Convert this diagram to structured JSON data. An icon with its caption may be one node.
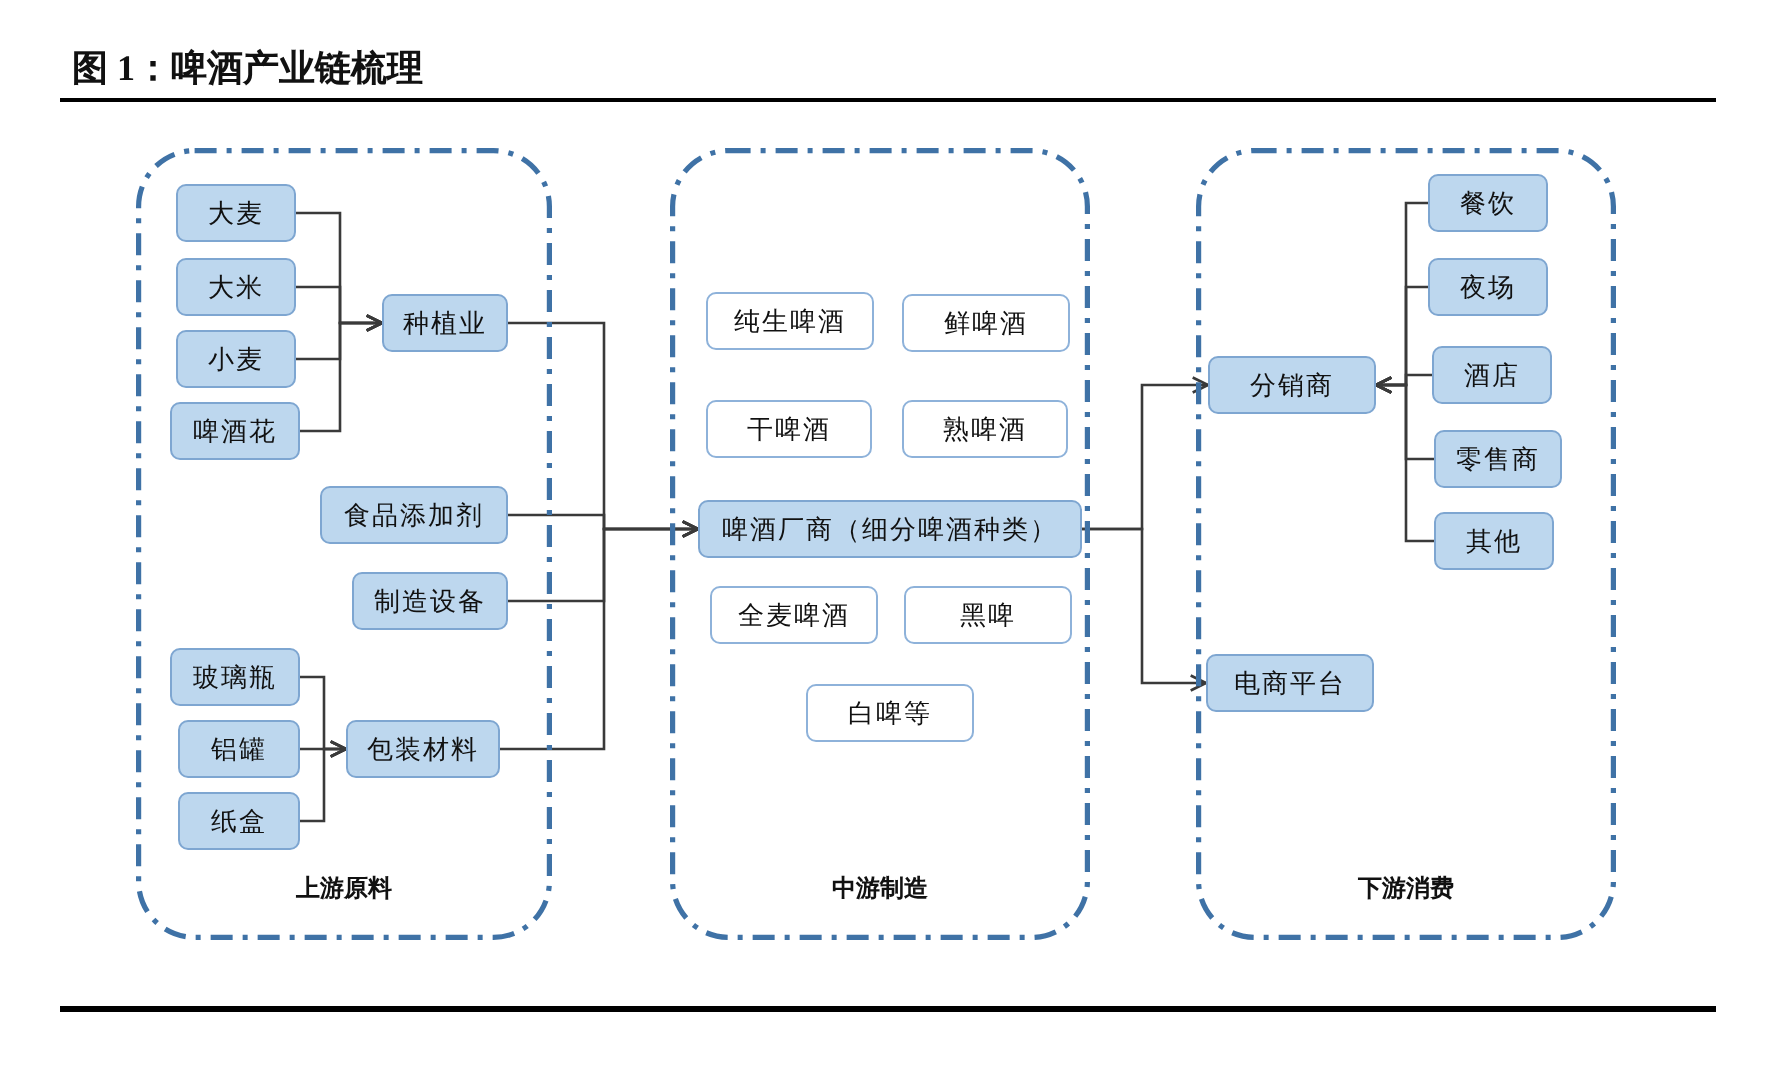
{
  "diagram": {
    "title": "图 1：啤酒产业链梳理",
    "nodes": [
      {
        "text": [
          "上游原料"
        ]
      },
      {
        "text": [
          "大麦"
        ],
        "in": 0
      },
      {
        "text": [
          "大米"
        ],
        "in": 0
      },
      {
        "text": [
          "小麦"
        ],
        "in": 0
      },
      {
        "text": [
          "啤酒花"
        ],
        "in": 0
      },
      {
        "text": [
          "种植业"
        ],
        "in": 0
      },
      {
        "text": [
          "食品添加剂"
        ],
        "in": 0
      },
      {
        "text": [
          "制造设备"
        ],
        "in": 0
      },
      {
        "text": [
          "玻璃瓶"
        ],
        "in": 0
      },
      {
        "text": [
          "铝罐"
        ],
        "in": 0
      },
      {
        "text": [
          "纸盒"
        ],
        "in": 0
      },
      {
        "text": [
          "包装材料"
        ],
        "in": 0
      },
      {
        "text": [
          "中游制造"
        ]
      },
      {
        "text": [
          "纯生啤酒"
        ],
        "in": 12
      },
      {
        "text": [
          "鲜啤酒"
        ],
        "in": 12
      },
      {
        "text": [
          "干啤酒"
        ],
        "in": 12
      },
      {
        "text": [
          "熟啤酒"
        ],
        "in": 12
      },
      {
        "text": [
          "啤酒厂商（细分啤酒种类）"
        ],
        "in": 12
      },
      {
        "text": [
          "全麦啤酒"
        ],
        "in": 12
      },
      {
        "text": [
          "黑啤"
        ],
        "in": 12
      },
      {
        "text": [
          "白啤等"
        ],
        "in": 12
      },
      {
        "text": [
          "下游消费"
        ]
      },
      {
        "text": [
          "分销商"
        ],
        "in": 21
      },
      {
        "text": [
          "电商平台"
        ],
        "in": 21
      },
      {
        "text": [
          "餐饮"
        ],
        "in": 21
      },
      {
        "text": [
          "夜场"
        ],
        "in": 21
      },
      {
        "text": [
          "酒店"
        ],
        "in": 21
      },
      {
        "text": [
          "零售商"
        ],
        "in": 21
      },
      {
        "text": [
          "其他"
        ],
        "in": 21
      }
    ],
    "edges": [
      {
        "from": 1,
        "to": 5,
        "arrow": "to"
      },
      {
        "from": 2,
        "to": 5,
        "arrow": "to"
      },
      {
        "from": 3,
        "to": 5,
        "arrow": "to"
      },
      {
        "from": 4,
        "to": 5,
        "arrow": "to"
      },
      {
        "from": 8,
        "to": 11,
        "arrow": "to"
      },
      {
        "from": 9,
        "to": 11,
        "arrow": "to"
      },
      {
        "from": 10,
        "to": 11,
        "arrow": "to"
      },
      {
        "from": 5,
        "to": 17,
        "arrow": "to"
      },
      {
        "from": 6,
        "to": 17,
        "arrow": "to"
      },
      {
        "from": 7,
        "to": 17,
        "arrow": "to"
      },
      {
        "from": 11,
        "to": 17,
        "arrow": "to"
      },
      {
        "from": 17,
        "to": 22,
        "arrow": "to"
      },
      {
        "from": 17,
        "to": 23,
        "arrow": "to"
      },
      {
        "from": 24,
        "to": 22,
        "arrow": "to"
      },
      {
        "from": 25,
        "to": 22,
        "arrow": "to"
      },
      {
        "from": 26,
        "to": 22,
        "arrow": "to"
      },
      {
        "from": 27,
        "to": 22,
        "arrow": "to"
      },
      {
        "from": 28,
        "to": 22,
        "arrow": "to"
      }
    ]
  }
}
